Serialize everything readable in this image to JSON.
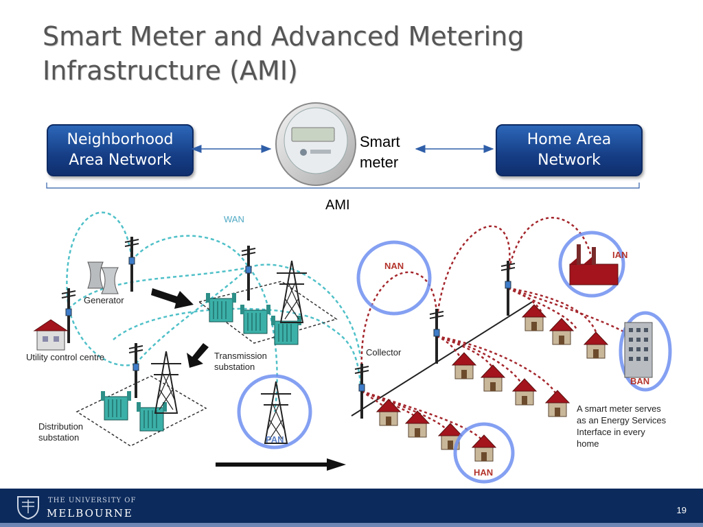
{
  "slide": {
    "title": "Smart Meter and Advanced Metering Infrastructure (AMI)",
    "page_number": "19"
  },
  "top": {
    "left_box": "Neighborhood Area Network",
    "right_box": "Home Area Network",
    "meter_label": "Smart meter",
    "ami_label": "AMI"
  },
  "diagram": {
    "labels": {
      "wan": "WAN",
      "generator": "Generator",
      "utility": "Utility control centre",
      "transmission": "Transmission substation",
      "distribution": "Distribution substation",
      "pan": "PAN",
      "nan": "NAN",
      "collector": "Collector",
      "ian": "IAN",
      "ban": "BAN",
      "han": "HAN",
      "note": "A smart meter serves as an Energy Services Interface in every home"
    },
    "colors": {
      "wan_link": "#4fc0c8",
      "home_link": "#a4262c",
      "ring": "#6f8ff0"
    }
  },
  "footer": {
    "university_line1": "THE UNIVERSITY OF",
    "university_line2": "MELBOURNE"
  }
}
